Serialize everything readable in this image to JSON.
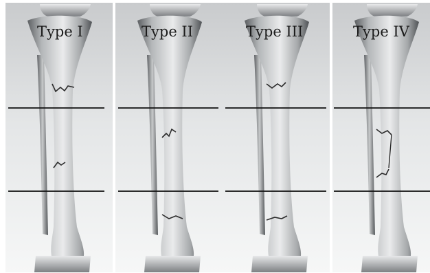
{
  "figure": {
    "panels": [
      {
        "label": "Type I"
      },
      {
        "label": "Type II"
      },
      {
        "label": "Type III"
      },
      {
        "label": "Type IV"
      }
    ]
  }
}
